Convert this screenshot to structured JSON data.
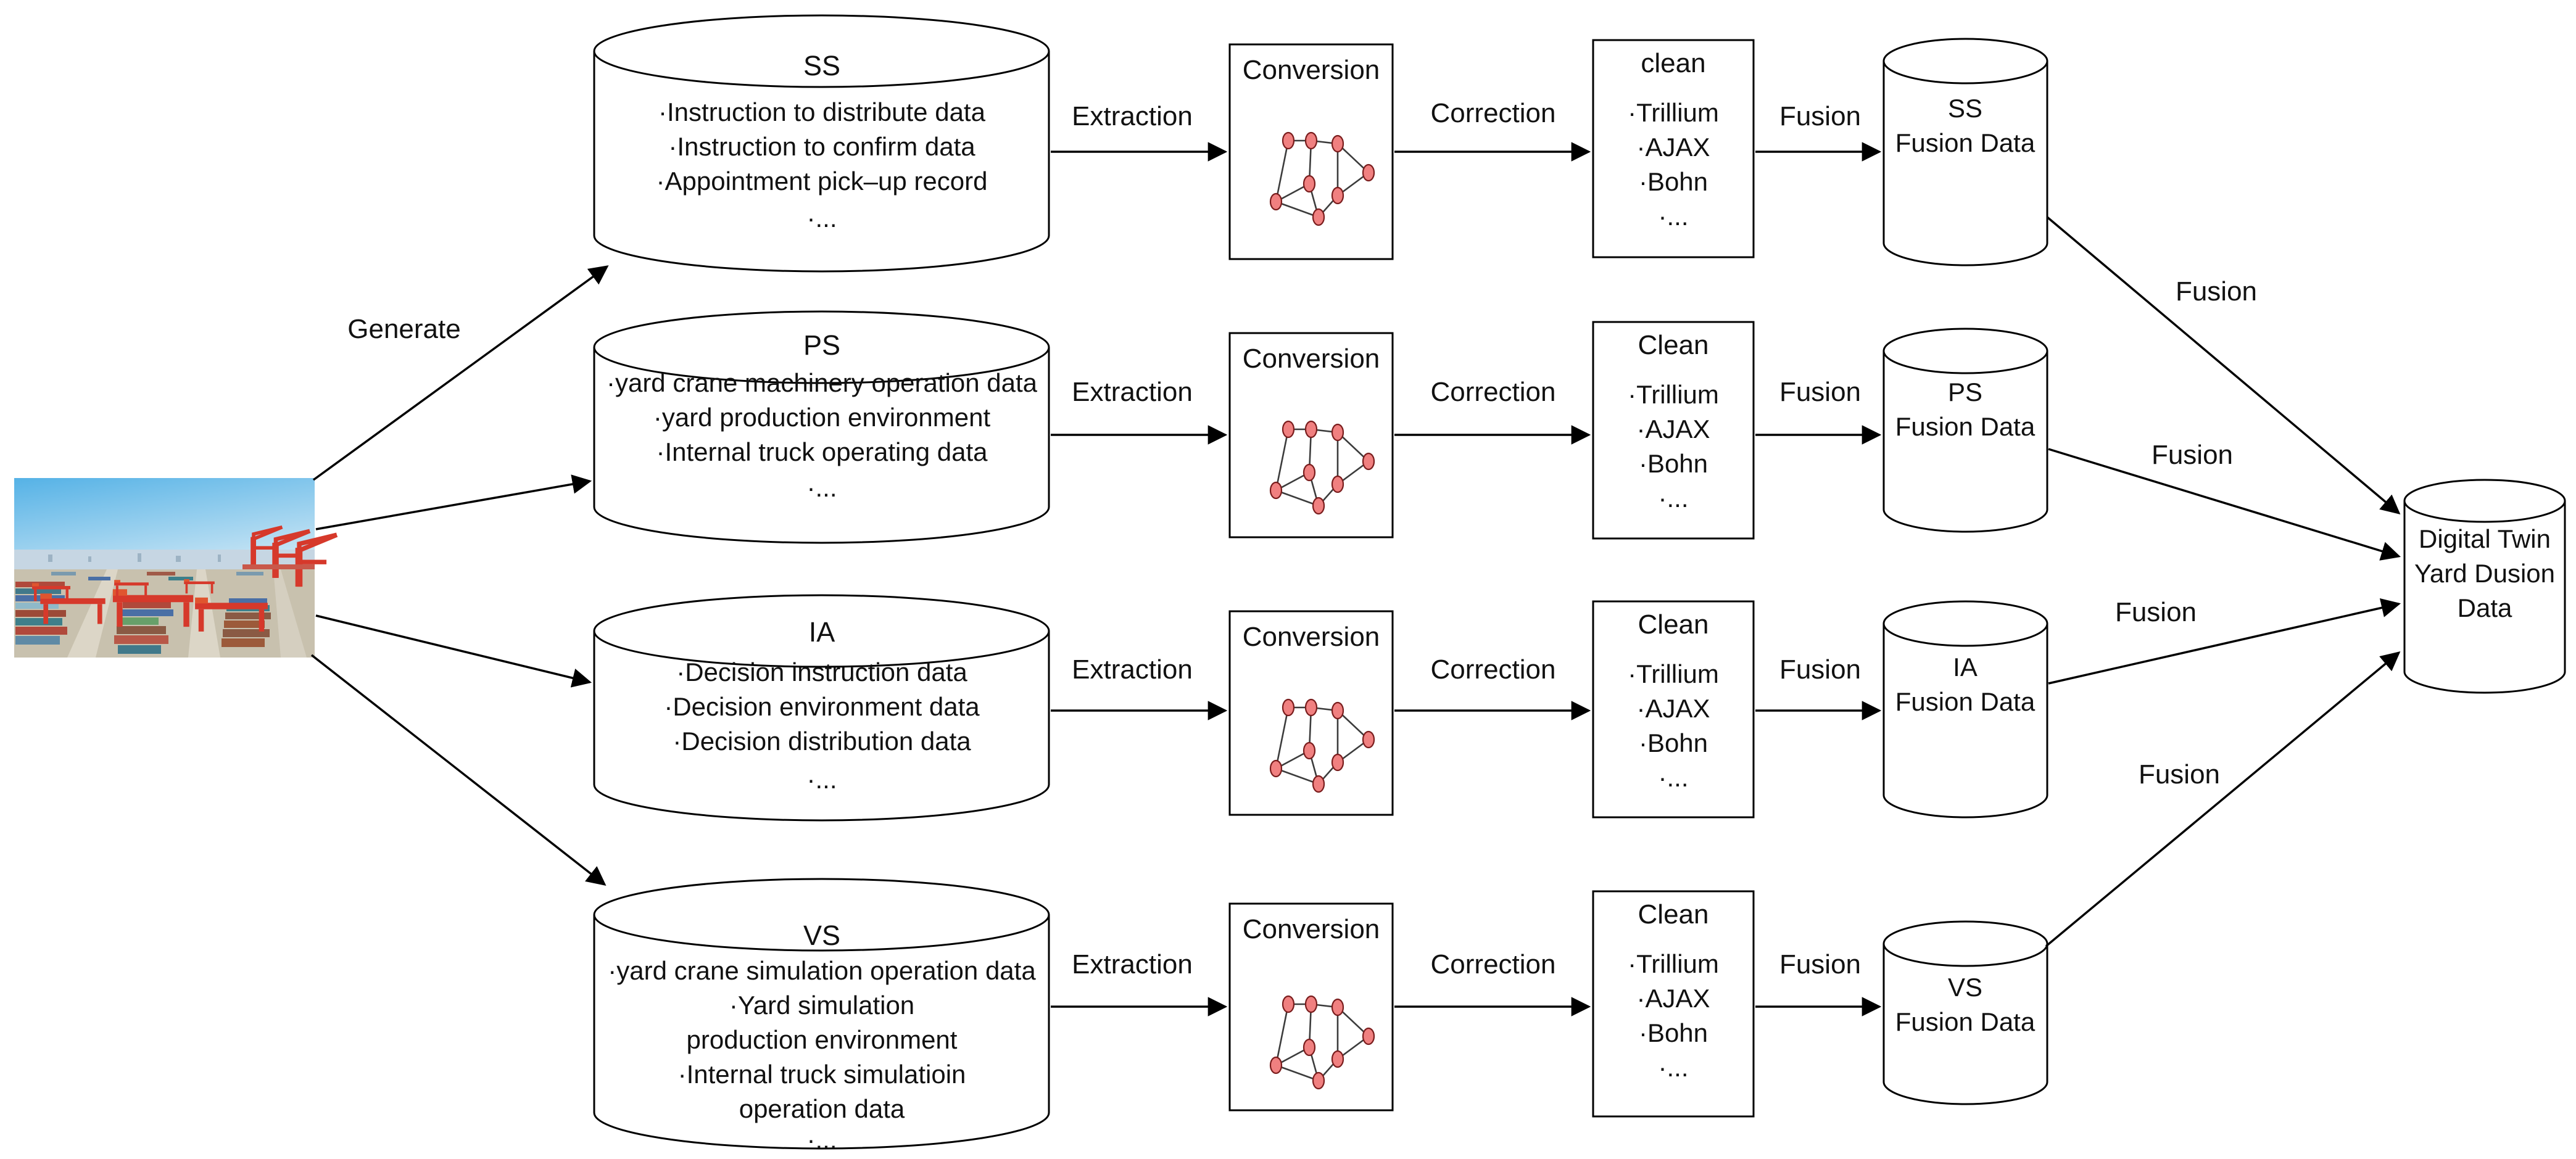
{
  "generate_label": "Generate",
  "photo": {
    "description": "Aerial photo of a container port yard with red gantry cranes and stacked containers"
  },
  "colors": {
    "fusion_store": "#00dd00",
    "final_store": "#1de8e8",
    "graph_node": "#f08080"
  },
  "rows": [
    {
      "source": {
        "title": "SS",
        "items": [
          "·Instruction to distribute data",
          "·Instruction to confirm data",
          "·Appointment pick–up record",
          "·..."
        ]
      },
      "extraction_label": "Extraction",
      "conversion_title": "Conversion",
      "correction_label": "Correction",
      "clean": {
        "title": "clean",
        "items": [
          "·Trillium",
          "·AJAX",
          "·Bohn",
          "·..."
        ]
      },
      "fusion_label": "Fusion",
      "fusion_store": {
        "line1": "SS",
        "line2": "Fusion Data"
      },
      "final_fusion_label": "Fusion"
    },
    {
      "source": {
        "title": "PS",
        "items": [
          "·yard crane machinery operation data",
          "·yard production environment",
          "·Internal truck operating data",
          "·..."
        ]
      },
      "extraction_label": "Extraction",
      "conversion_title": "Conversion",
      "correction_label": "Correction",
      "clean": {
        "title": "Clean",
        "items": [
          "·Trillium",
          "·AJAX",
          "·Bohn",
          "·..."
        ]
      },
      "fusion_label": "Fusion",
      "fusion_store": {
        "line1": "PS",
        "line2": "Fusion Data"
      },
      "final_fusion_label": "Fusion"
    },
    {
      "source": {
        "title": "IA",
        "items": [
          "·Decision instruction data",
          "·Decision environment data",
          "·Decision distribution data",
          "·..."
        ]
      },
      "extraction_label": "Extraction",
      "conversion_title": "Conversion",
      "correction_label": "Correction",
      "clean": {
        "title": "Clean",
        "items": [
          "·Trillium",
          "·AJAX",
          "·Bohn",
          "·..."
        ]
      },
      "fusion_label": "Fusion",
      "fusion_store": {
        "line1": "IA",
        "line2": "Fusion Data"
      },
      "final_fusion_label": "Fusion"
    },
    {
      "source": {
        "title": "VS",
        "items": [
          "·yard crane simulation operation data",
          "·Yard simulation",
          "production environment",
          "·Internal truck simulatioin",
          "operation data",
          "·..."
        ]
      },
      "extraction_label": "Extraction",
      "conversion_title": "Conversion",
      "correction_label": "Correction",
      "clean": {
        "title": "Clean",
        "items": [
          "·Trillium",
          "·AJAX",
          "·Bohn",
          "·..."
        ]
      },
      "fusion_label": "Fusion",
      "fusion_store": {
        "line1": "VS",
        "line2": "Fusion Data"
      },
      "final_fusion_label": "Fusion"
    }
  ],
  "final_store": {
    "line1": "Digital Twin",
    "line2": "Yard Dusion",
    "line3": "Data"
  }
}
